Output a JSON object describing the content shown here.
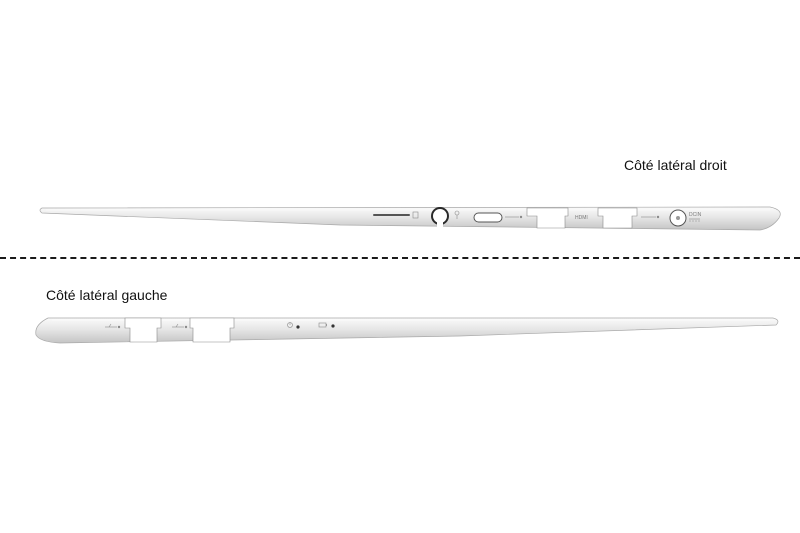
{
  "labels": {
    "right_side": "Côté latéral droit",
    "left_side": "Côté latéral gauche"
  },
  "right_side": {
    "port_labels": {
      "hdmi": "HDMI",
      "dcin": "DCIN"
    }
  },
  "colors": {
    "body_light": "#f2f2f2",
    "body_mid": "#d6d6d6",
    "body_edge": "#a9a9a9",
    "port_cutout": "#ffffff",
    "divider": "#1a1a1a",
    "text": "#111111"
  },
  "icons": {
    "right_side": [
      "sd-card-icon",
      "audio-jack-icon",
      "usb-c-port",
      "usb-3-icon",
      "hdmi-port",
      "power-port"
    ],
    "left_side": [
      "usb-icon",
      "usb-icon",
      "power-light-icon",
      "battery-light-icon"
    ]
  }
}
